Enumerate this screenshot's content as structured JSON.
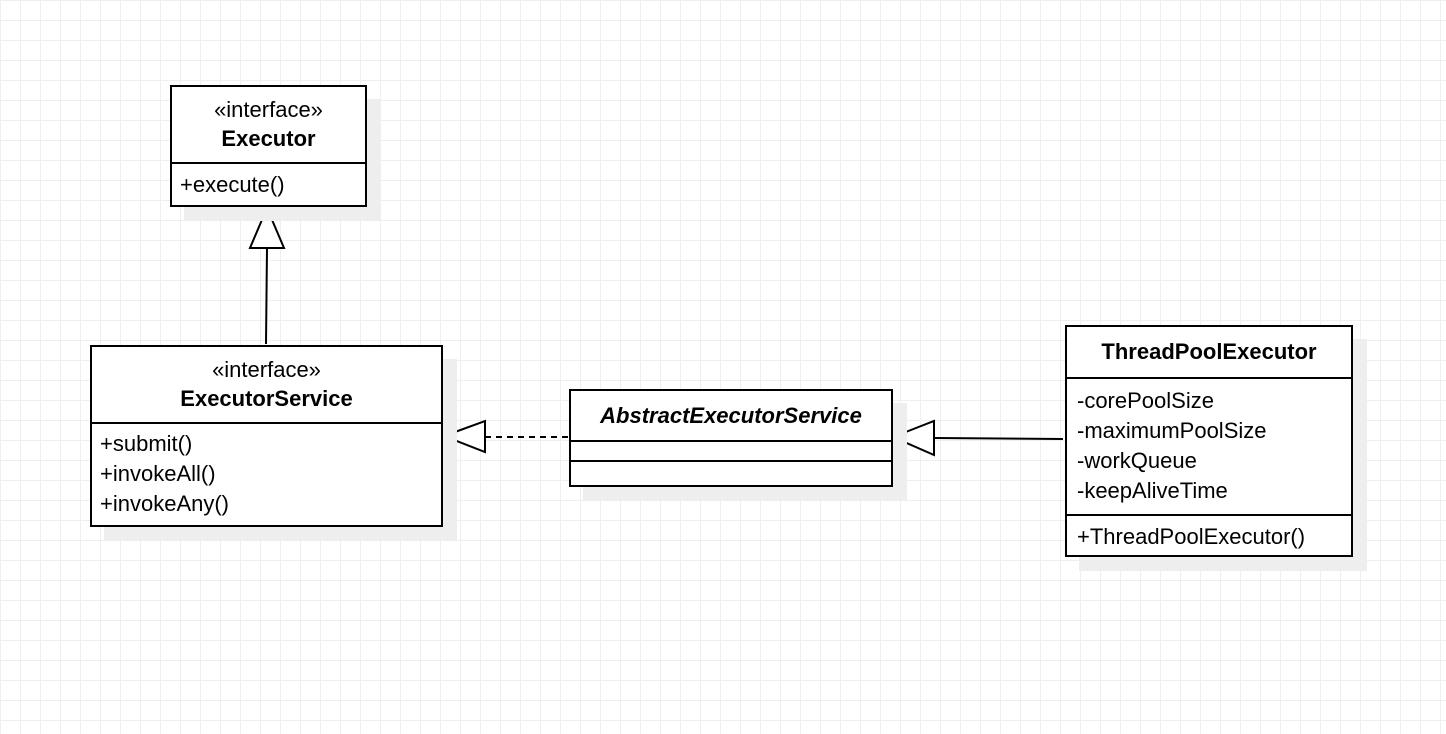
{
  "diagram": {
    "executor": {
      "stereotype": "«interface»",
      "name": "Executor",
      "operations": [
        "+execute()"
      ]
    },
    "executor_service": {
      "stereotype": "«interface»",
      "name": "ExecutorService",
      "operations": [
        "+submit()",
        "+invokeAll()",
        "+invokeAny()"
      ]
    },
    "abstract_executor_service": {
      "name": "AbstractExecutorService",
      "attributes": [],
      "operations": []
    },
    "thread_pool_executor": {
      "name": "ThreadPoolExecutor",
      "attributes": [
        "-corePoolSize",
        "-maximumPoolSize",
        "-workQueue",
        "-keepAliveTime"
      ],
      "operations": [
        "+ThreadPoolExecutor()"
      ]
    },
    "relationships": [
      {
        "type": "generalization",
        "from": "ExecutorService",
        "to": "Executor"
      },
      {
        "type": "realization",
        "from": "AbstractExecutorService",
        "to": "ExecutorService"
      },
      {
        "type": "generalization",
        "from": "ThreadPoolExecutor",
        "to": "AbstractExecutorService"
      }
    ]
  }
}
